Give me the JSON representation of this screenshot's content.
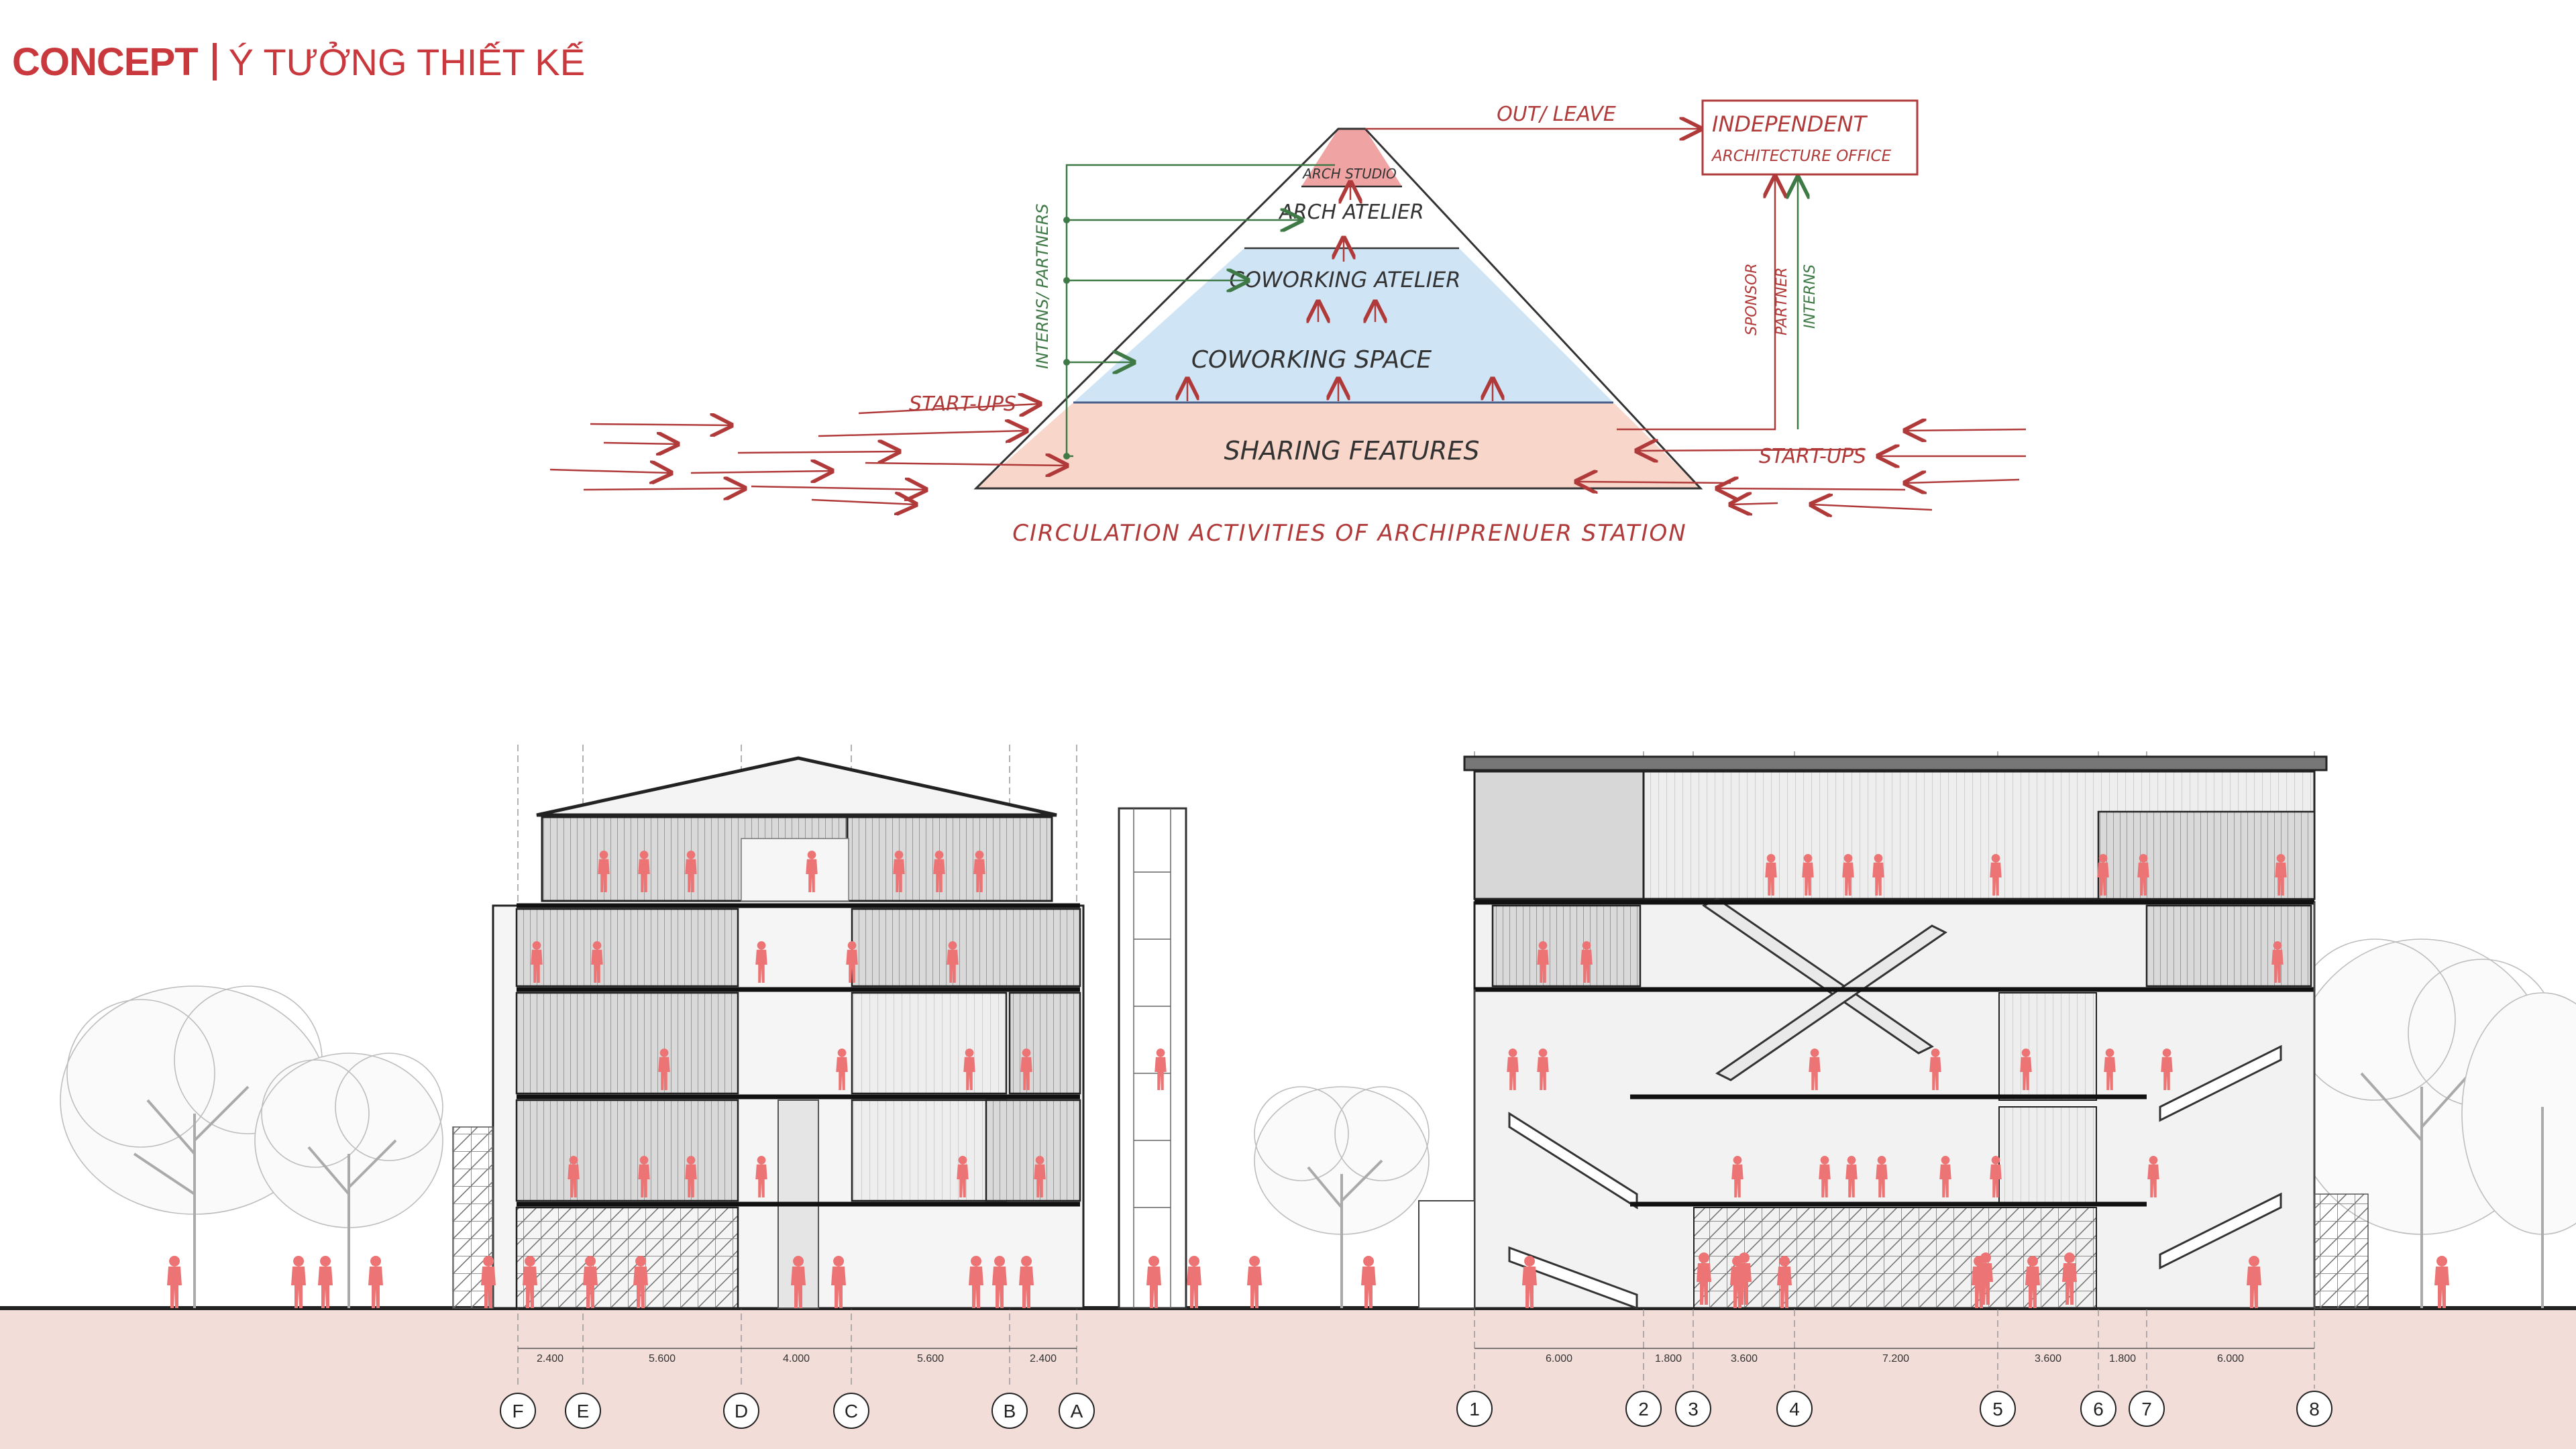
{
  "header": {
    "title_bold": "CONCEPT",
    "title_sub": "Ý TƯỞNG THIẾT KẾ"
  },
  "pyramid": {
    "levels": [
      "ARCH STUDIO",
      "ARCH ATELIER",
      "COWORKING ATELIER",
      "COWORKING SPACE",
      "SHARING FEATURES"
    ],
    "out_leave": "OUT/ LEAVE",
    "office_line1": "INDEPENDENT",
    "office_line2": "ARCHITECTURE OFFICE",
    "interns_partners": "INTERNS/ PARTNERS",
    "sponsor": "SPONSOR",
    "partner": "PARTNER",
    "interns": "INTERNS",
    "startups_left": "START-UPS",
    "startups_right": "START-UPS",
    "caption": "CIRCULATION ACTIVITIES OF ARCHIPRENUER STATION"
  },
  "section_left": {
    "dims": [
      "2.400",
      "5.600",
      "4.000",
      "5.600",
      "2.400"
    ],
    "grid": [
      "F",
      "E",
      "D",
      "C",
      "B",
      "A"
    ]
  },
  "section_right": {
    "dims": [
      "6.000",
      "1.800",
      "3.600",
      "7.200",
      "3.600",
      "1.800",
      "6.000"
    ],
    "grid": [
      "1",
      "2",
      "3",
      "4",
      "5",
      "6",
      "7",
      "8"
    ]
  },
  "colors": {
    "accent": "#c8383c",
    "sketch_red": "#b03a3a",
    "sketch_green": "#3f7a46",
    "pyramid_top": "#f0a3a3",
    "pyramid_mid": "#cfe4f5",
    "pyramid_base": "#f8d6c9",
    "ground": "#f3ddd8",
    "people": "#ec7474"
  }
}
